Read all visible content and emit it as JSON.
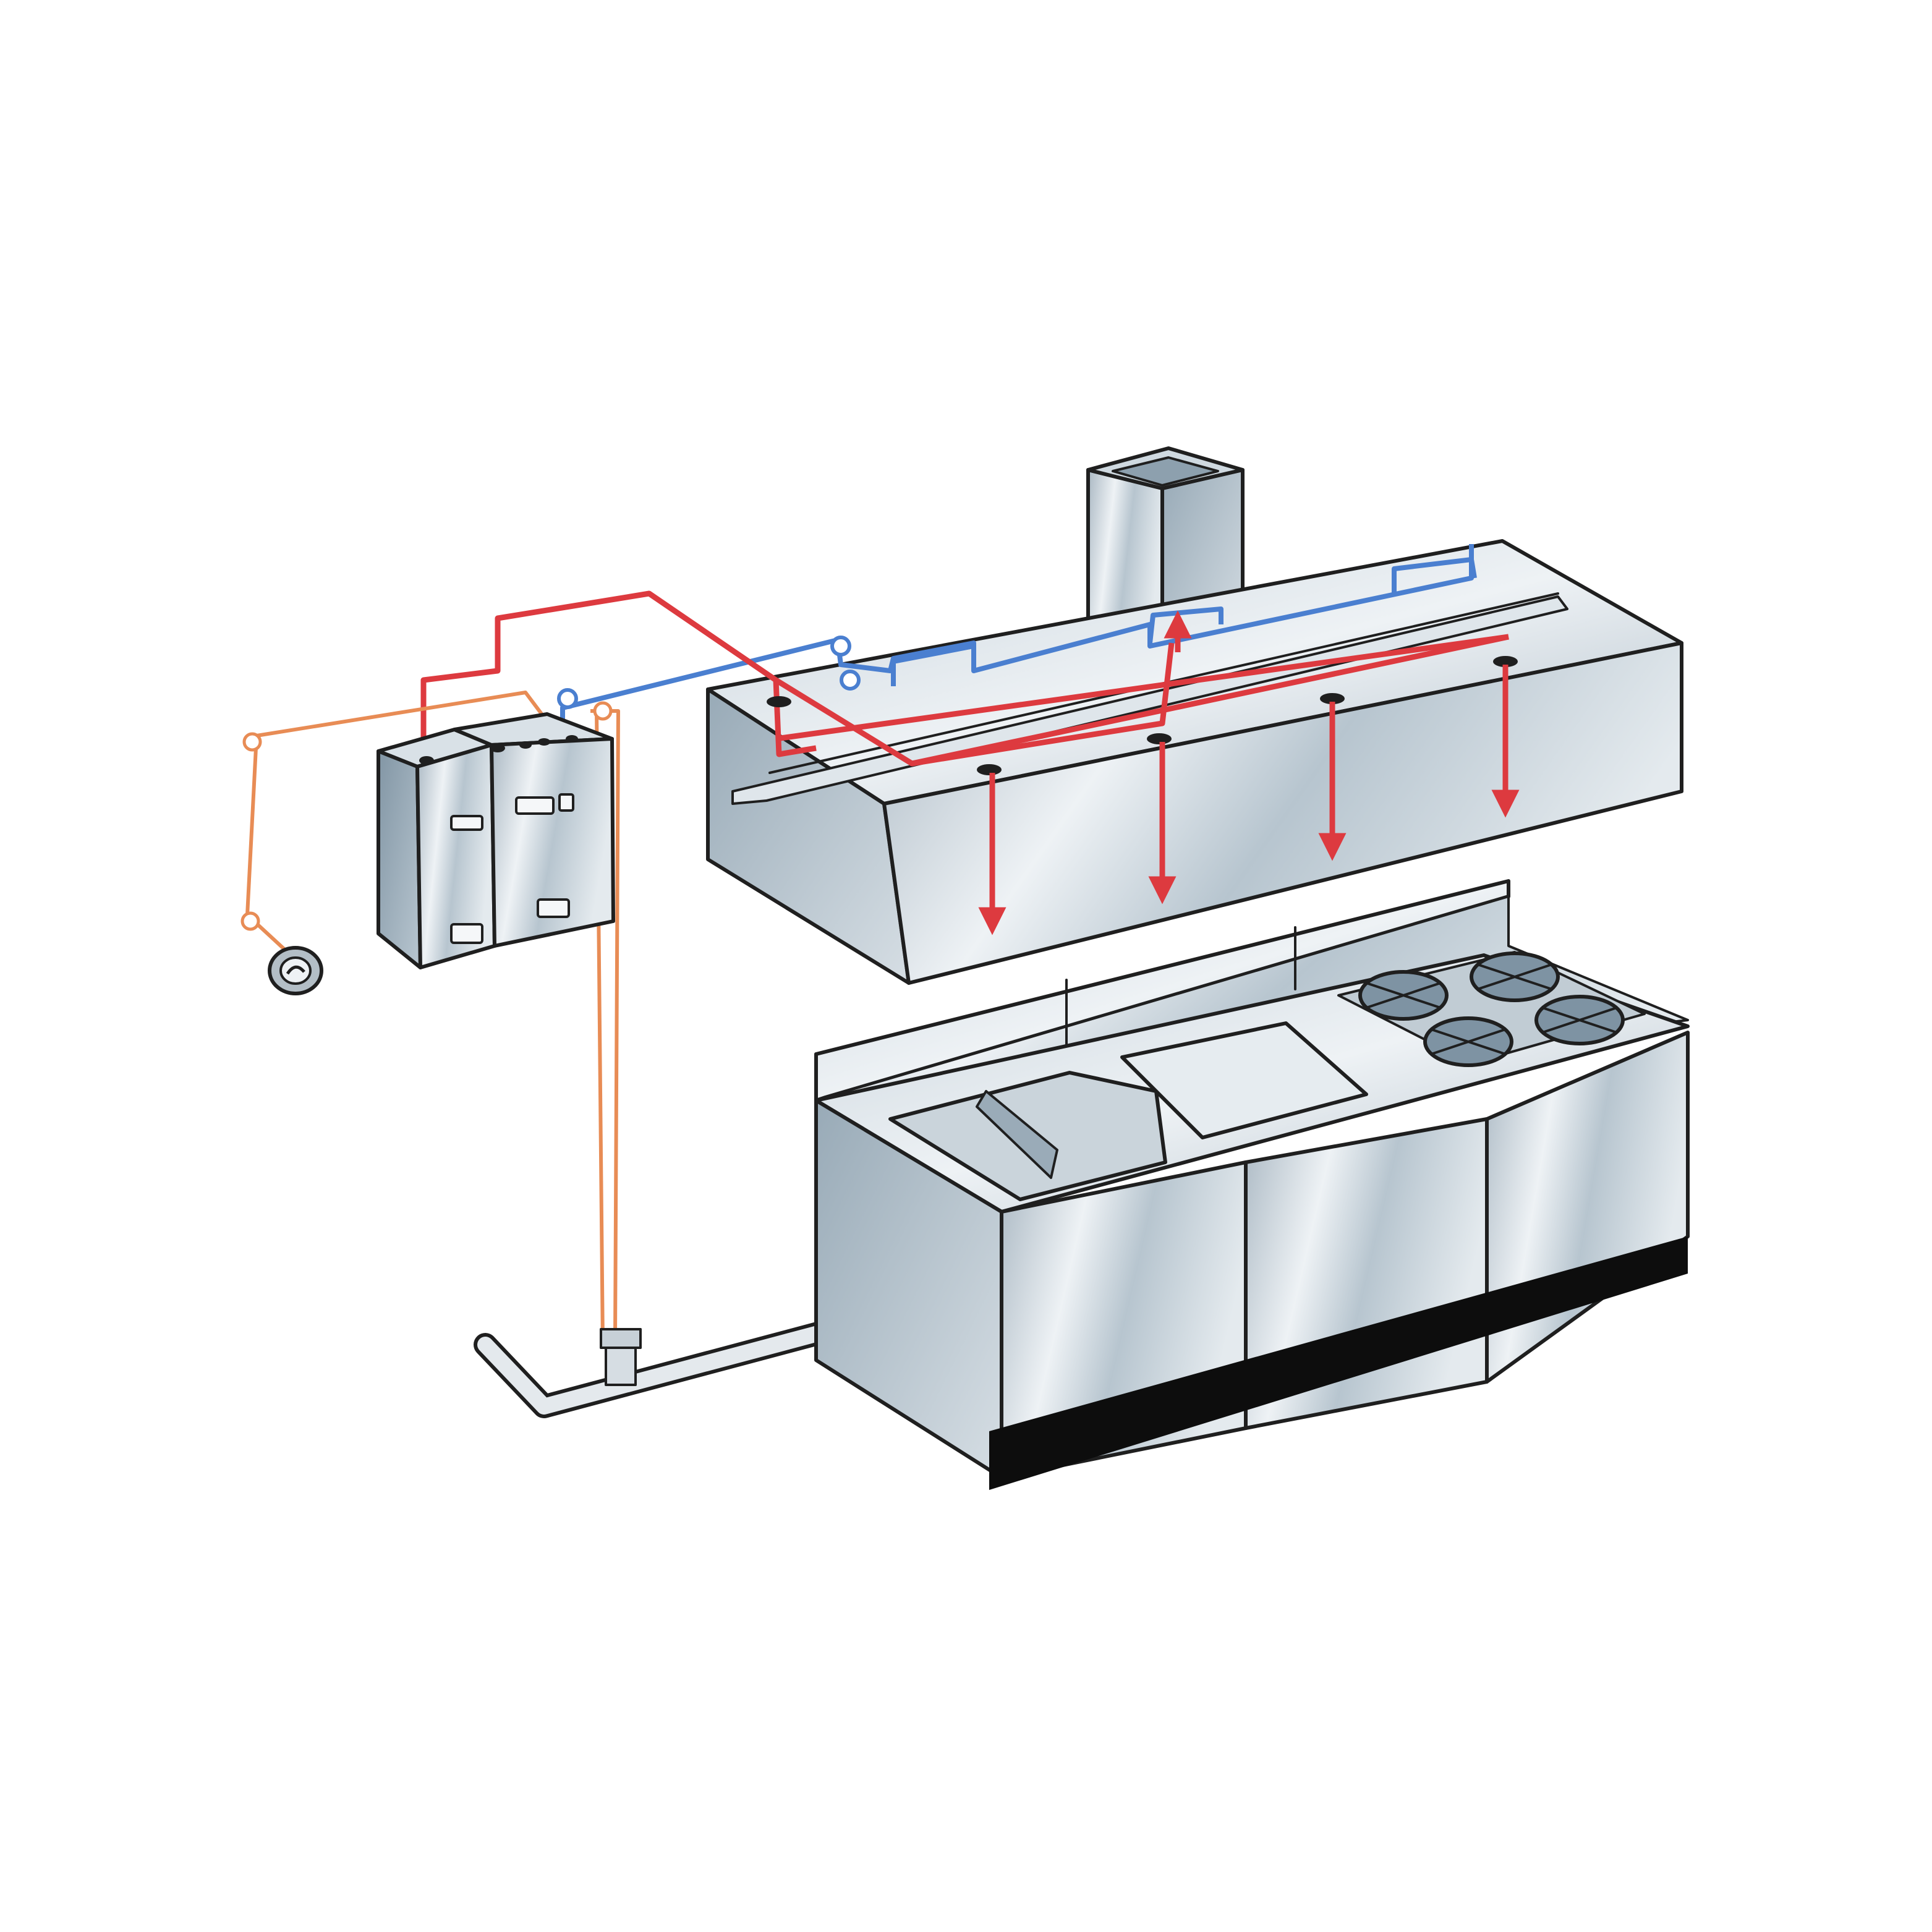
{
  "diagram": {
    "type": "kitchen-hood-fire-suppression-illustration",
    "colors": {
      "background": "#ffffff",
      "steel_light": "#e9eef2",
      "steel_mid": "#b9c7d1",
      "steel_dark": "#7e93a3",
      "outline": "#1f1f1f",
      "base_black": "#0d0d0d",
      "discharge_line": "#dd3a3f",
      "detection_line": "#4a7fd0",
      "pull_station_line": "#e88c55",
      "gas_pipe": "#d9dde2"
    },
    "components": [
      {
        "name": "exhaust-hood",
        "icon": "hood-icon"
      },
      {
        "name": "exhaust-duct",
        "icon": "duct-icon"
      },
      {
        "name": "control-cabinets",
        "icon": "cabinet-icon"
      },
      {
        "name": "manual-pull-station",
        "icon": "pull-station-icon"
      },
      {
        "name": "gas-shutoff-valve",
        "icon": "valve-icon"
      },
      {
        "name": "cooking-line",
        "icon": "appliance-icon"
      }
    ],
    "nozzle_count": 7,
    "discharge_arrow_count": 5,
    "detector_count": 4
  }
}
